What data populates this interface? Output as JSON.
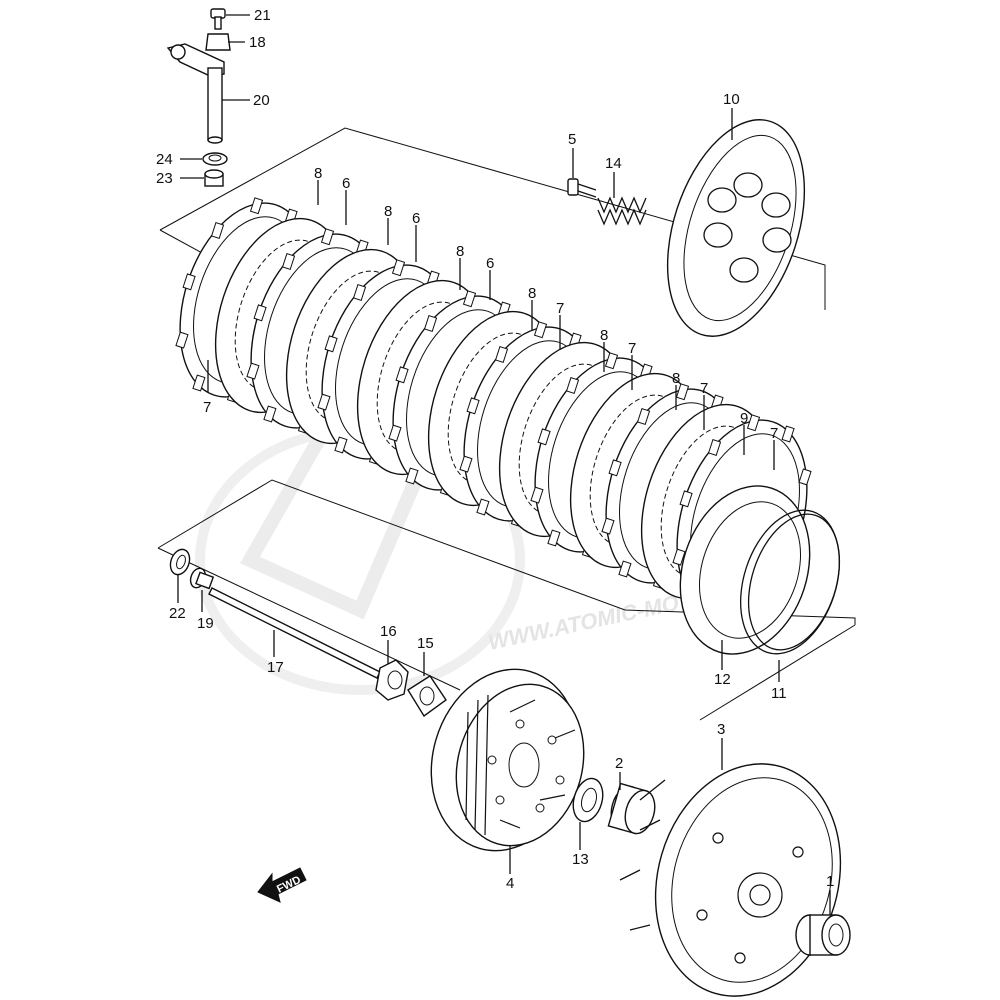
{
  "watermark": {
    "text": "WWW.ATOMIC-MOTO.R"
  },
  "direction_indicator": {
    "label": "FWD"
  },
  "callouts": [
    {
      "id": "c1",
      "label": "1"
    },
    {
      "id": "c2",
      "label": "2"
    },
    {
      "id": "c3",
      "label": "3"
    },
    {
      "id": "c4",
      "label": "4"
    },
    {
      "id": "c5",
      "label": "5"
    },
    {
      "id": "c6a",
      "label": "6"
    },
    {
      "id": "c6b",
      "label": "6"
    },
    {
      "id": "c6c",
      "label": "6"
    },
    {
      "id": "c7a",
      "label": "7"
    },
    {
      "id": "c7b",
      "label": "7"
    },
    {
      "id": "c7c",
      "label": "7"
    },
    {
      "id": "c7d",
      "label": "7"
    },
    {
      "id": "c7e",
      "label": "7"
    },
    {
      "id": "c8a",
      "label": "8"
    },
    {
      "id": "c8b",
      "label": "8"
    },
    {
      "id": "c8c",
      "label": "8"
    },
    {
      "id": "c8d",
      "label": "8"
    },
    {
      "id": "c8e",
      "label": "8"
    },
    {
      "id": "c8f",
      "label": "8"
    },
    {
      "id": "c9",
      "label": "9"
    },
    {
      "id": "c10",
      "label": "10"
    },
    {
      "id": "c11",
      "label": "11"
    },
    {
      "id": "c12",
      "label": "12"
    },
    {
      "id": "c13",
      "label": "13"
    },
    {
      "id": "c14",
      "label": "14"
    },
    {
      "id": "c15",
      "label": "15"
    },
    {
      "id": "c16",
      "label": "16"
    },
    {
      "id": "c17",
      "label": "17"
    },
    {
      "id": "c18",
      "label": "18"
    },
    {
      "id": "c19",
      "label": "19"
    },
    {
      "id": "c20",
      "label": "20"
    },
    {
      "id": "c21",
      "label": "21"
    },
    {
      "id": "c22",
      "label": "22"
    },
    {
      "id": "c23",
      "label": "23"
    },
    {
      "id": "c24",
      "label": "24"
    }
  ]
}
